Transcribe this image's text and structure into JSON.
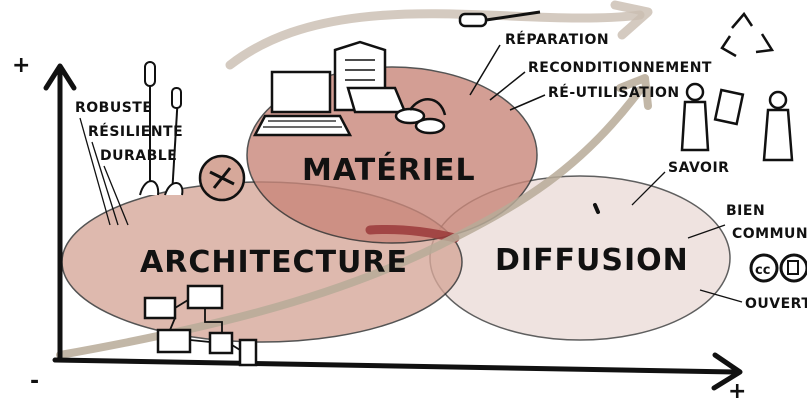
{
  "diagram": {
    "axis_signs": {
      "y_plus": "+",
      "x_minus": "-",
      "x_plus": "+"
    },
    "circles": {
      "materiel": {
        "label": "MATÉRIEL"
      },
      "architecture": {
        "label": "ARCHITECTURE"
      },
      "diffusion": {
        "label": "DIFFUSION"
      }
    },
    "materiel_notes": [
      "RÉPARATION",
      "RECONDITIONNEMENT",
      "RÉ-UTILISATION"
    ],
    "architecture_notes": [
      "ROBUSTE",
      "RÉSILIENTE",
      "DURABLE"
    ],
    "diffusion_notes": {
      "savoir": "SAVOIR",
      "bien": "BIEN",
      "commun": "COMMUN",
      "ouvert": "OUVERT"
    },
    "badge": "cc"
  },
  "colors": {
    "materiel_fill": "#c9877a",
    "architecture_fill": "#d6a89a",
    "diffusion_fill": "#eadad6",
    "overlap": "#9a3a3a",
    "arrow": "#b7aa98",
    "ink": "#111111"
  }
}
